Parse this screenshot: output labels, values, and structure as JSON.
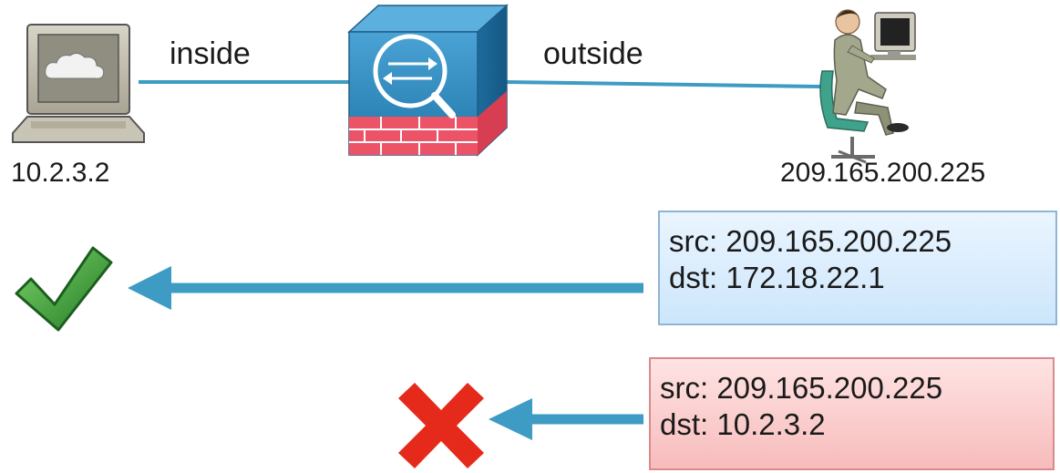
{
  "inside_host": {
    "icon": "computer-icon",
    "ip": "10.2.3.2"
  },
  "firewall": {
    "icon": "firewall-icon"
  },
  "outside_host": {
    "icon": "user-at-workstation-icon",
    "ip": "209.165.200.225"
  },
  "links": {
    "inside_label": "inside",
    "outside_label": "outside"
  },
  "packets": [
    {
      "result": "allowed",
      "result_icon": "checkmark-icon",
      "src": "src: 209.165.200.225",
      "dst": "dst: 172.18.22.1"
    },
    {
      "result": "denied",
      "result_icon": "x-mark-icon",
      "src": "src: 209.165.200.225",
      "dst": "dst: 10.2.3.2"
    }
  ],
  "colors": {
    "link_line": "#3d9bc4",
    "arrow": "#3d9bc4",
    "allowed_box_fill": "#d8ecfc",
    "allowed_box_border": "#8fb4d6",
    "denied_box_fill": "#fbcccc",
    "denied_box_border": "#d98a8a",
    "check_green": "#2e8b2e",
    "cross_red": "#e52a1c",
    "firewall_blue": "#2b86b8",
    "firewall_brick": "#e84a5f"
  }
}
